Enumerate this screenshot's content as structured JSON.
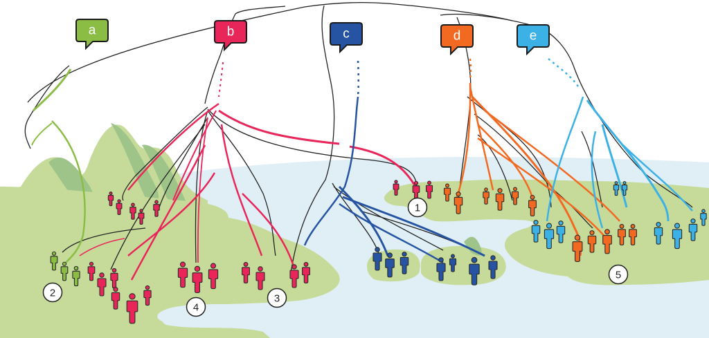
{
  "figure": {
    "description": "Phylogenetic tree of lineages overlaid on a landscape with populations of people",
    "colors": {
      "land": "#c6db9a",
      "land_shadow": "#9fc48a",
      "water": "#e0eef6",
      "tree_line": "#222222",
      "marker_stroke": "#222222",
      "marker_fill": "#ffffff"
    },
    "lineages": [
      {
        "id": "a",
        "label": "a",
        "color": "#8bbd45"
      },
      {
        "id": "b",
        "label": "b",
        "color": "#e8265a"
      },
      {
        "id": "c",
        "label": "c",
        "color": "#2654a3"
      },
      {
        "id": "d",
        "label": "d",
        "color": "#f26a21"
      },
      {
        "id": "e",
        "label": "e",
        "color": "#3cb1e6"
      }
    ],
    "markers": [
      {
        "id": "1",
        "label": "1"
      },
      {
        "id": "2",
        "label": "2"
      },
      {
        "id": "3",
        "label": "3"
      },
      {
        "id": "4",
        "label": "4"
      },
      {
        "id": "5",
        "label": "5"
      }
    ]
  }
}
